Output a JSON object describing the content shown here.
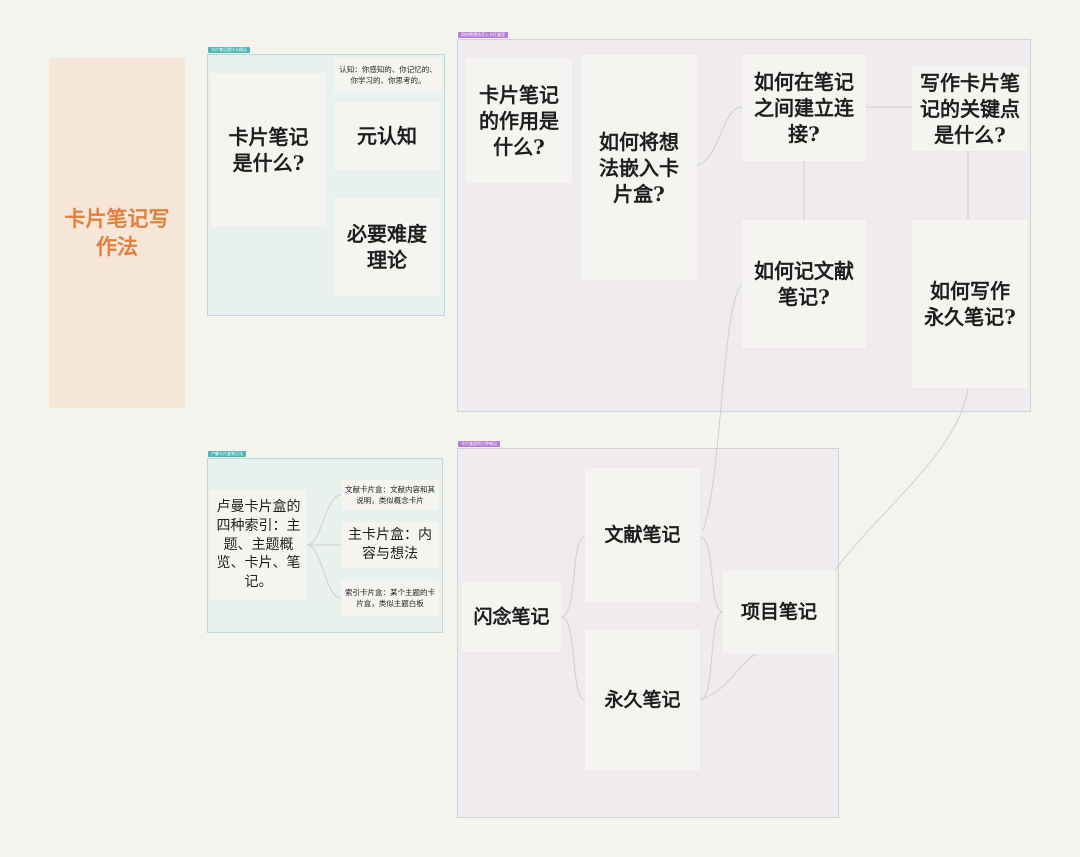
{
  "title": "卡片笔记写作法",
  "frames": [
    {
      "id": "f1",
      "tag": "卡片笔记是什么概念"
    },
    {
      "id": "f2",
      "tag": "如何将想法写入卡片盒里"
    },
    {
      "id": "f3",
      "tag": "卢曼卡片盒笔记法"
    },
    {
      "id": "f4",
      "tag": "卡片盒里的三种笔记"
    }
  ],
  "nodes": {
    "what_is": "卡片笔记是什么?",
    "cognition_def": "认知：你感知的、你记忆的、你学习的、你思考的。",
    "metacognition": "元认知",
    "desirable_difficulty": "必要难度理论",
    "role": "卡片笔记的作用是什么?",
    "embed": "如何将想法嵌入卡片盒?",
    "link": "如何在笔记之间建立连接?",
    "key_points": "写作卡片笔记的关键点是什么?",
    "lit_note_how": "如何记文献笔记?",
    "perm_note_how": "如何写作永久笔记?",
    "luhmann_index": "卢曼卡片盒的四种索引：主题、主题概览、卡片、笔记。",
    "lit_box": "文献卡片盒：文献内容和其说明，类似概念卡片",
    "main_box": "主卡片盒：内容与想法",
    "index_box": "索引卡片盒：某个主题的卡片盒，类似主题白板",
    "fleeting": "闪念笔记",
    "literature": "文献笔记",
    "permanent": "永久笔记",
    "project": "项目笔记"
  },
  "colors": {
    "title_text": "#e0803c",
    "title_bg": "#f5e6d8",
    "teal_frame": "#e8f1ee",
    "purple_frame": "#efebef",
    "teal_tag": "#4cb7b5",
    "purple_tag": "#b57ed6",
    "connector": "#cfcfcf"
  }
}
